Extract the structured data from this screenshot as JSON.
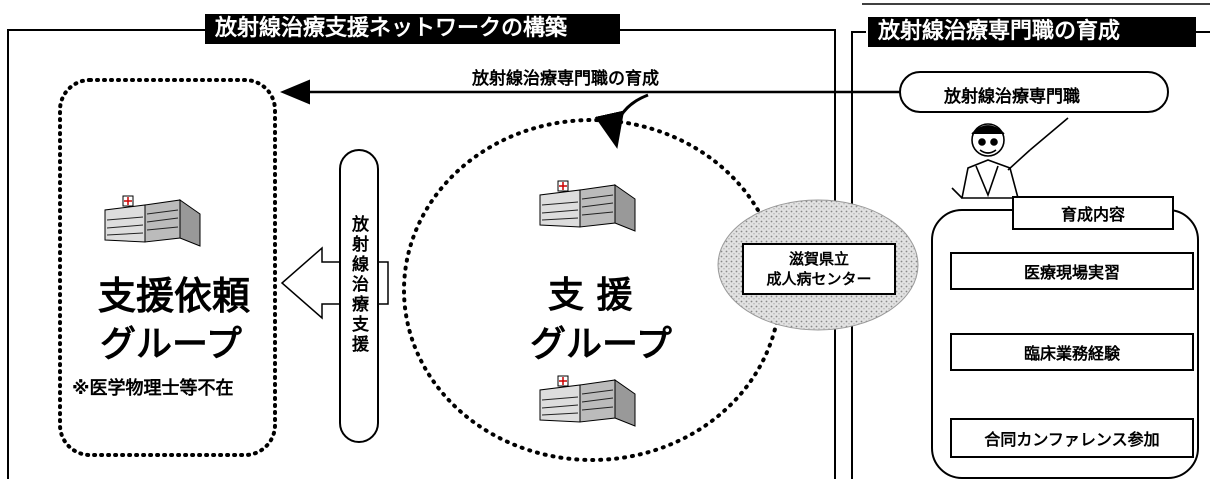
{
  "network_title": "放射線治療支援ネットワークの構築",
  "training_title": "放射線治療専門職の育成",
  "arrow_label": "放射線治療専門職の育成",
  "requesting_group": {
    "title_line1": "支援依頼",
    "title_line2": "グループ",
    "note": "※医学物理士等不在"
  },
  "support_group": {
    "title_line1": "支 援",
    "title_line2": "グループ"
  },
  "support_label": "放射線治療支援",
  "center": {
    "line1": "滋賀県立",
    "line2": "成人病センター"
  },
  "specialist_label": "放射線治療専門職",
  "training": {
    "header": "育成内容",
    "items": [
      "医療現場実習",
      "臨床業務経験",
      "合同カンファレンス参加"
    ]
  }
}
